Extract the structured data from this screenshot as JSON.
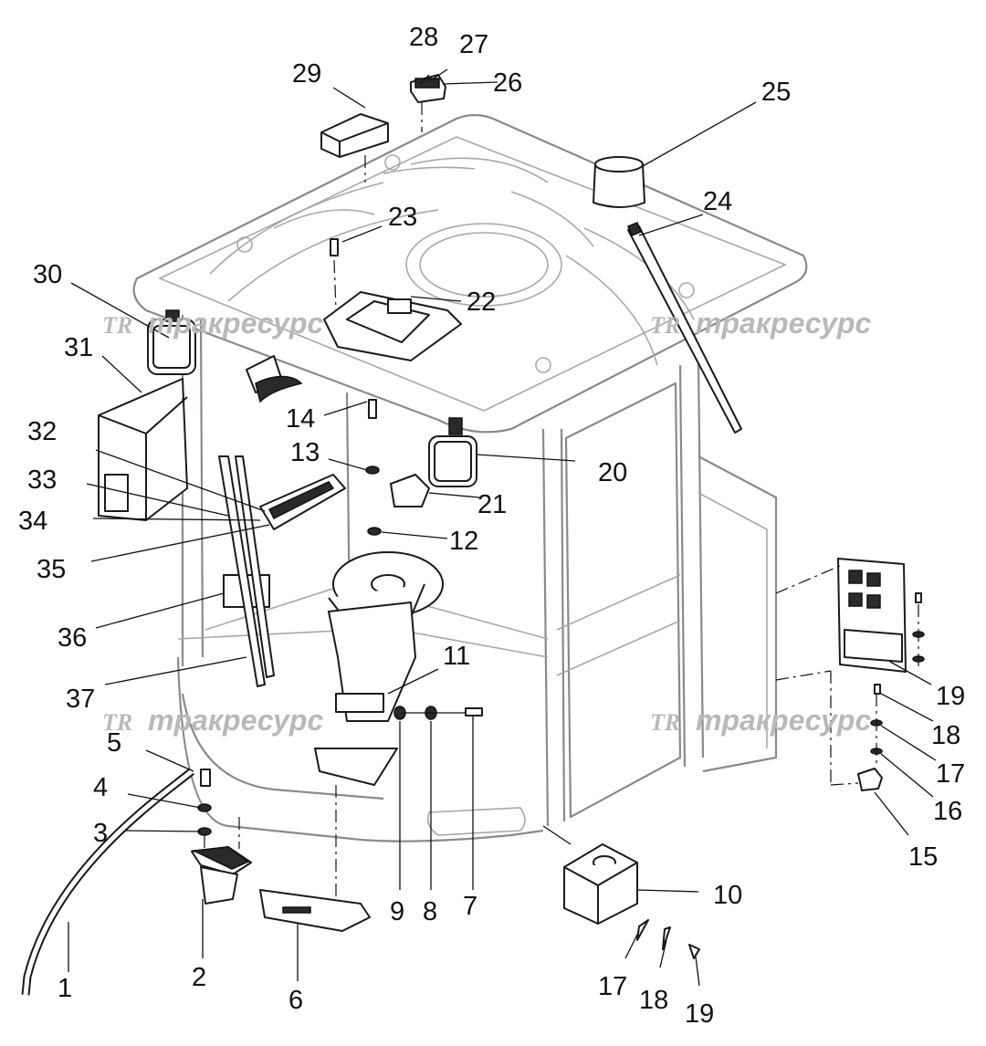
{
  "watermarks": [
    {
      "logo": "TR",
      "text": "тракресурс"
    },
    {
      "logo": "TR",
      "text": "тракресурс"
    },
    {
      "logo": "TR",
      "text": "тракресурс"
    },
    {
      "logo": "TR",
      "text": "тракресурс"
    }
  ],
  "callouts": {
    "c1": "1",
    "c2": "2",
    "c3": "3",
    "c4": "4",
    "c5": "5",
    "c6": "6",
    "c7": "7",
    "c8": "8",
    "c9": "9",
    "c10": "10",
    "c11": "11",
    "c12": "12",
    "c13": "13",
    "c14": "14",
    "c15": "15",
    "c16": "16",
    "c17a": "17",
    "c17b": "17",
    "c18a": "18",
    "c18b": "18",
    "c19a": "19",
    "c19b": "19",
    "c20": "20",
    "c21": "21",
    "c22": "22",
    "c23": "23",
    "c24": "24",
    "c25": "25",
    "c26": "26",
    "c27": "27",
    "c28": "28",
    "c29": "29",
    "c30": "30",
    "c31": "31",
    "c32": "32",
    "c33": "33",
    "c34": "34",
    "c35": "35",
    "c36": "36",
    "c37": "37"
  }
}
